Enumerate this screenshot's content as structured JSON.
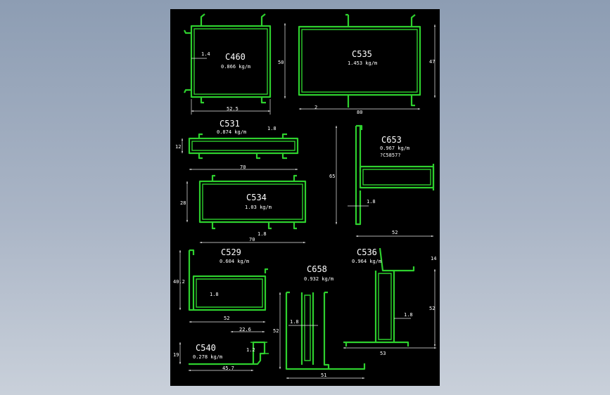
{
  "colors": {
    "background": "#000000",
    "profile": "#2ed02e",
    "dimension": "#e8e8e8",
    "text": "#ffffff"
  },
  "profiles": [
    {
      "id": "c460",
      "name": "C460",
      "weight": "0.866 kg/m",
      "dims": {
        "width": "52.5",
        "height": "50",
        "wall": "1.4"
      }
    },
    {
      "id": "c535",
      "name": "C535",
      "weight": "1.453 kg/m",
      "dims": {
        "width": "80",
        "height": "47",
        "wall": "2"
      }
    },
    {
      "id": "c531",
      "name": "C531",
      "weight": "0.874 kg/m",
      "dims": {
        "width": "70",
        "height": "12",
        "wall": "1.8"
      }
    },
    {
      "id": "c653",
      "name": "C653",
      "weight": "0.967 kg/m",
      "note": "?C5857?",
      "dims": {
        "width": "52",
        "height": "65",
        "wall": "1.8"
      }
    },
    {
      "id": "c534",
      "name": "C534",
      "weight": "1.03 kg/m",
      "dims": {
        "width": "70",
        "height": "28",
        "wall": "1.8"
      }
    },
    {
      "id": "c529",
      "name": "C529",
      "weight": "0.604 kg/m",
      "dims": {
        "width": "52",
        "height": "40.2",
        "wall": "1.8"
      }
    },
    {
      "id": "c536",
      "name": "C536",
      "weight": "0.964 kg/m",
      "dims": {
        "width": "53",
        "height": "52",
        "top": "14",
        "wall": "1.8"
      }
    },
    {
      "id": "c658",
      "name": "C658",
      "weight": "0.932 kg/m",
      "dims": {
        "width": "51",
        "height": "52",
        "wall": "1.8"
      }
    },
    {
      "id": "c540",
      "name": "C540",
      "weight": "0.278 kg/m",
      "dims": {
        "width": "45.7",
        "top": "22.6",
        "height": "19",
        "wall": "1.2"
      }
    }
  ]
}
